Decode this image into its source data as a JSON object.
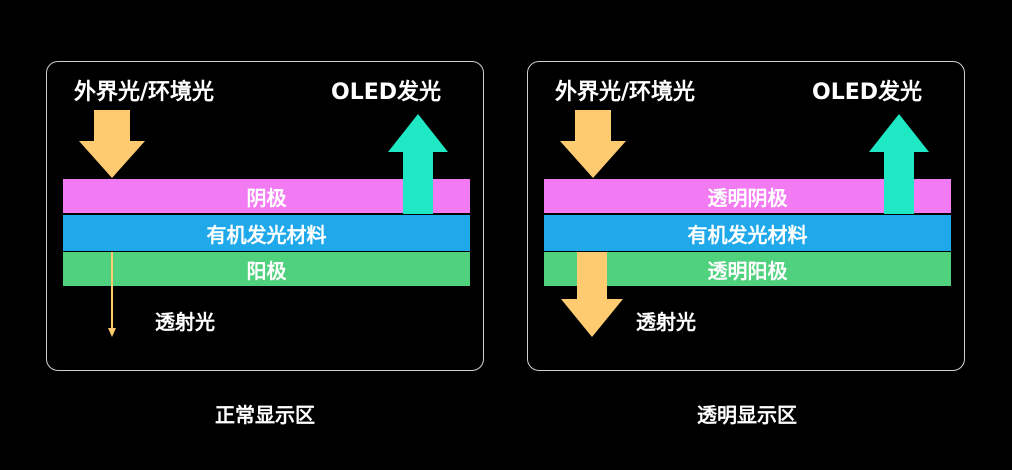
{
  "colors": {
    "background": "#000000",
    "panel_border": "#cfcfcf",
    "ambient_arrow": "#ffcb70",
    "oled_arrow": "#1fe8c4",
    "cathode": "#f27bf3",
    "organic": "#1fa9ea",
    "anode": "#4fd17d"
  },
  "normal": {
    "ambient_label": "外界光/环境光",
    "oled_label": "OLED发光",
    "cathode_label": "阴极",
    "organic_label": "有机发光材料",
    "anode_label": "阳极",
    "transmitted_label": "透射光",
    "caption": "正常显示区"
  },
  "transparent": {
    "ambient_label": "外界光/环境光",
    "oled_label": "OLED发光",
    "cathode_label": "透明阴极",
    "organic_label": "有机发光材料",
    "anode_label": "透明阳极",
    "transmitted_label": "透射光",
    "caption": "透明显示区"
  }
}
